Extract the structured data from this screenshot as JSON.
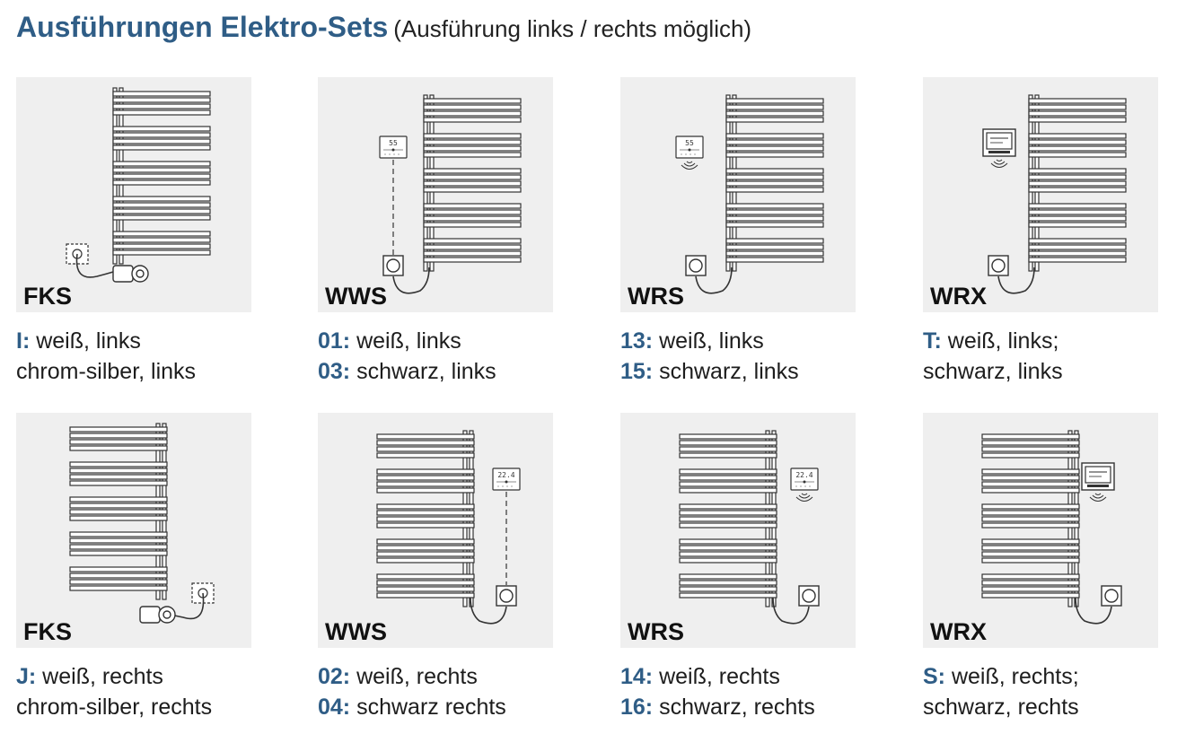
{
  "header": {
    "title": "Ausführungen Elektro-Sets",
    "subtitle": "(Ausführung links / rechts möglich)"
  },
  "accent_color": "#2f5d86",
  "cards": [
    {
      "code": "FKS",
      "side": "left",
      "control": "plug",
      "display_text": "",
      "line1_key": "I:",
      "line1_text": " weiß, links",
      "line2_key": "",
      "line2_text": "chrom-silber, links"
    },
    {
      "code": "WWS",
      "side": "left",
      "control": "wired",
      "display_text": "55",
      "line1_key": "01:",
      "line1_text": " weiß, links",
      "line2_key": "03:",
      "line2_text": " schwarz, links"
    },
    {
      "code": "WRS",
      "side": "left",
      "control": "radio",
      "display_text": "55",
      "line1_key": "13:",
      "line1_text": " weiß, links",
      "line2_key": "15:",
      "line2_text": " schwarz, links"
    },
    {
      "code": "WRX",
      "side": "left",
      "control": "radio-x",
      "display_text": "",
      "line1_key": "T:",
      "line1_text": " weiß, links;",
      "line2_key": "",
      "line2_text": "schwarz, links"
    },
    {
      "code": "FKS",
      "side": "right",
      "control": "plug",
      "display_text": "",
      "line1_key": "J:",
      "line1_text": " weiß, rechts",
      "line2_key": "",
      "line2_text": "chrom-silber, rechts"
    },
    {
      "code": "WWS",
      "side": "right",
      "control": "wired",
      "display_text": "22.4",
      "line1_key": "02:",
      "line1_text": " weiß, rechts",
      "line2_key": "04:",
      "line2_text": " schwarz rechts"
    },
    {
      "code": "WRS",
      "side": "right",
      "control": "radio",
      "display_text": "22.4",
      "line1_key": "14:",
      "line1_text": " weiß, rechts",
      "line2_key": "16:",
      "line2_text": " schwarz, rechts"
    },
    {
      "code": "WRX",
      "side": "right",
      "control": "radio-x",
      "display_text": "",
      "line1_key": "S:",
      "line1_text": " weiß, rechts;",
      "line2_key": "",
      "line2_text": "schwarz, rechts"
    }
  ]
}
